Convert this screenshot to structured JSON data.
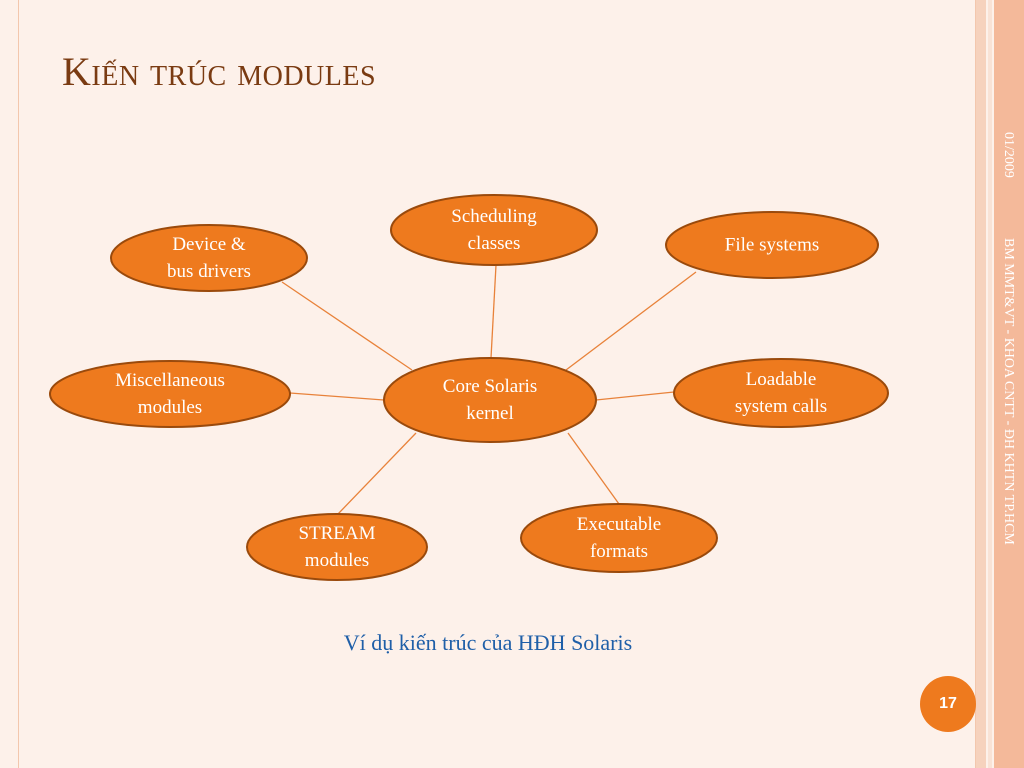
{
  "slide": {
    "title": "Kiến trúc modules",
    "caption": "Ví dụ kiến trúc của HĐH Solaris",
    "side_date": "01/2009",
    "side_org": "BM MMT&VT - KHOA CNTT - ĐH KHTN TP.HCM",
    "page_number": "17"
  },
  "colors": {
    "node_fill": "#ee7a1e",
    "node_stroke": "#9a4a0c",
    "connector": "#e8823a",
    "title": "#7a3b12",
    "caption": "#1f5fa8"
  },
  "diagram": {
    "center": {
      "id": "core",
      "label": "Core Solaris\nkernel"
    },
    "nodes": [
      {
        "id": "scheduling",
        "label": "Scheduling\nclasses"
      },
      {
        "id": "filesystems",
        "label": "File systems"
      },
      {
        "id": "device",
        "label": "Device &\nbus drivers"
      },
      {
        "id": "misc",
        "label": "Miscellaneous\nmodules"
      },
      {
        "id": "loadable",
        "label": "Loadable\nsystem calls"
      },
      {
        "id": "stream",
        "label": "STREAM\nmodules"
      },
      {
        "id": "executable",
        "label": "Executable\nformats"
      }
    ]
  }
}
